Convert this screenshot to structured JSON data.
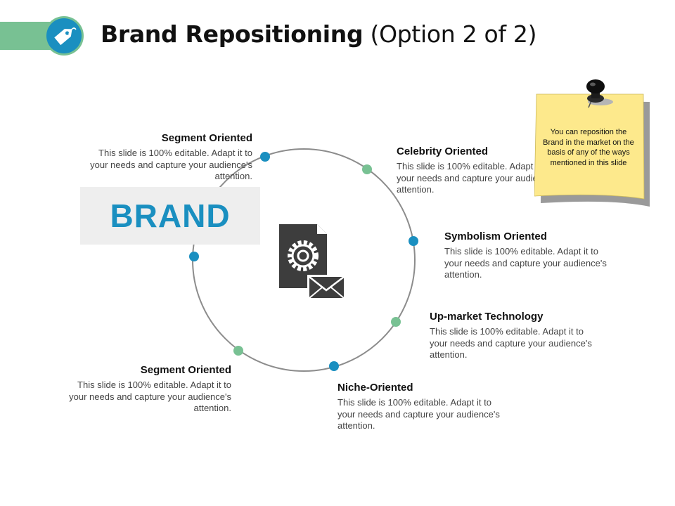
{
  "title": {
    "bold": "Brand Repositioning",
    "normal": " (Option 2 of 2)"
  },
  "header_icon": "price-tag-icon",
  "center_icon": "settings-document-mail-icon",
  "pin_icon": "push-pin-icon",
  "brand_word": "BRAND",
  "colors": {
    "accent_green": "#78c193",
    "accent_blue": "#1a8fc0",
    "brand_bg": "#eeeeee",
    "note_yellow": "#fde98c"
  },
  "items": [
    {
      "heading": "Segment Oriented",
      "body": "This slide is 100% editable. Adapt it to your needs and capture your audience's attention."
    },
    {
      "heading": "Celebrity Oriented",
      "body": "This slide is 100% editable. Adapt it to your needs and capture your audience's attention."
    },
    {
      "heading": "Symbolism Oriented",
      "body": "This slide is 100% editable. Adapt it to your needs and capture your audience's attention."
    },
    {
      "heading": "Up-market Technology",
      "body": "This slide is 100% editable. Adapt it to your needs and capture your audience's attention."
    },
    {
      "heading": "Niche-Oriented",
      "body": "This slide is 100% editable. Adapt it to your needs and capture your audience's attention."
    },
    {
      "heading": "Segment Oriented",
      "body": "This slide is 100% editable. Adapt it to your needs and capture your audience's attention."
    }
  ],
  "note": {
    "text": "You can reposition the Brand in the market on the basis of any of the ways mentioned in this slide"
  }
}
